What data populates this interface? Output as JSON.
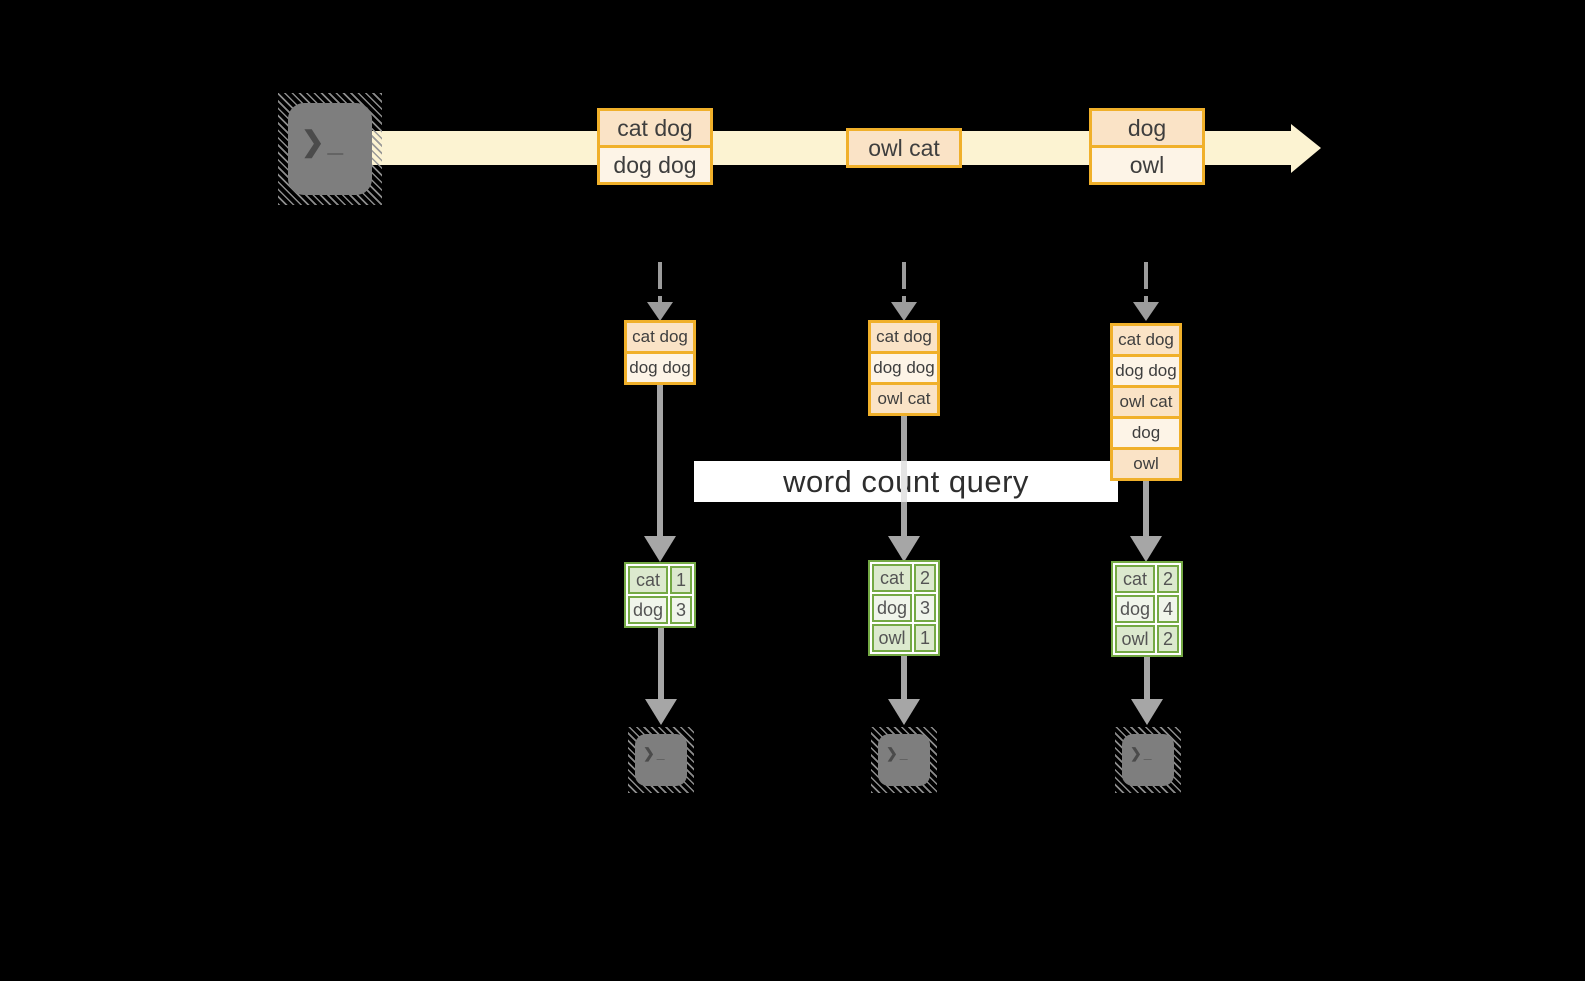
{
  "query_label": "word count query",
  "terminal_glyph": "❯_",
  "stream": {
    "events": [
      {
        "rows": [
          "cat dog",
          "dog dog"
        ]
      },
      {
        "rows": [
          "owl cat"
        ]
      },
      {
        "rows": [
          "dog",
          "owl"
        ]
      }
    ]
  },
  "columns": [
    {
      "batch": [
        "cat dog",
        "dog dog"
      ],
      "counts": [
        {
          "word": "cat",
          "count": "1"
        },
        {
          "word": "dog",
          "count": "3"
        }
      ]
    },
    {
      "batch": [
        "cat dog",
        "dog dog",
        "owl cat"
      ],
      "counts": [
        {
          "word": "cat",
          "count": "2"
        },
        {
          "word": "dog",
          "count": "3"
        },
        {
          "word": "owl",
          "count": "1"
        }
      ]
    },
    {
      "batch": [
        "cat dog",
        "dog dog",
        "owl cat",
        "dog",
        "owl"
      ],
      "counts": [
        {
          "word": "cat",
          "count": "2"
        },
        {
          "word": "dog",
          "count": "4"
        },
        {
          "word": "owl",
          "count": "2"
        }
      ]
    }
  ],
  "colors": {
    "background": "#000000",
    "stream_band": "#FCF3D2",
    "event_border": "#F0B02A",
    "event_fill_dark": "#FAE3C6",
    "event_fill_light": "#FDF4E7",
    "count_border": "#74A944",
    "count_fill_dark": "#DCE9CE",
    "count_fill_light": "#F0F5EB",
    "arrow_gray": "#A6A6A6",
    "terminal_gray": "#7E7E7E",
    "label_bg": "#FFFFFF"
  }
}
